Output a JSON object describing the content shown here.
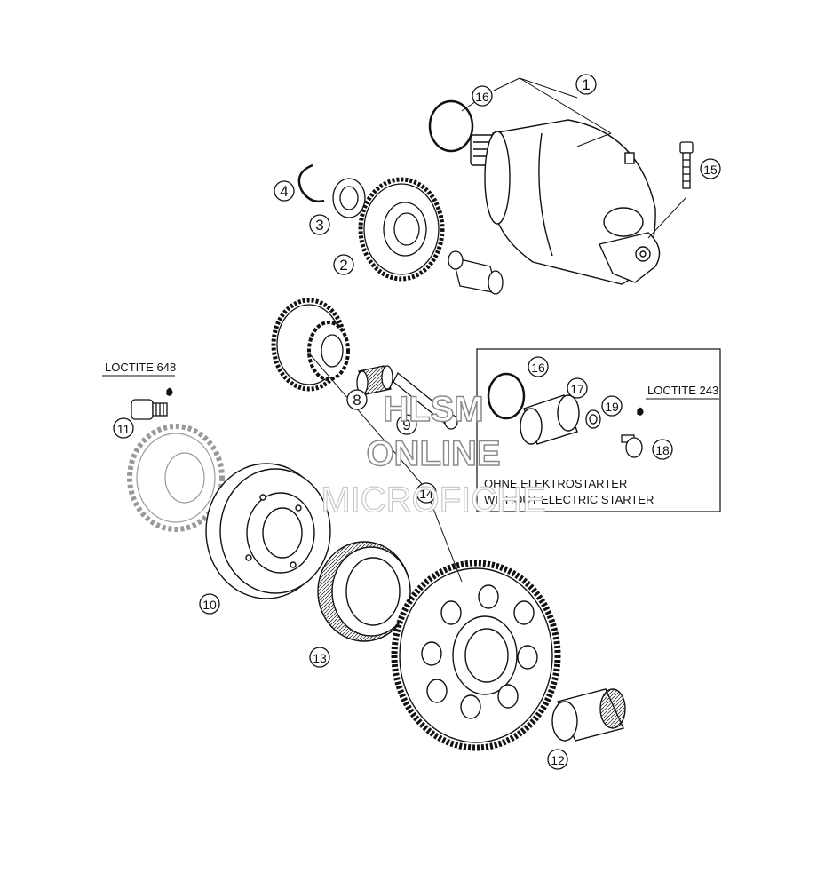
{
  "callouts": [
    {
      "id": "1",
      "text": "1"
    },
    {
      "id": "2",
      "text": "2"
    },
    {
      "id": "3",
      "text": "3"
    },
    {
      "id": "4",
      "text": "4"
    },
    {
      "id": "8",
      "text": "8"
    },
    {
      "id": "9",
      "text": "9"
    },
    {
      "id": "10",
      "text": "10"
    },
    {
      "id": "11",
      "text": "11"
    },
    {
      "id": "12",
      "text": "12"
    },
    {
      "id": "13",
      "text": "13"
    },
    {
      "id": "14",
      "text": "14"
    },
    {
      "id": "15",
      "text": "15"
    },
    {
      "id": "16a",
      "text": "16"
    },
    {
      "id": "16b",
      "text": "16"
    },
    {
      "id": "17",
      "text": "17"
    },
    {
      "id": "18",
      "text": "18"
    },
    {
      "id": "19",
      "text": "19"
    }
  ],
  "labels": {
    "loctite_648": "LOCTITE 648",
    "loctite_243": "LOCTITE 243",
    "inset_line1": "OHNE ELEKTROSTARTER",
    "inset_line2": "WITHOUT ELECTRIC STARTER"
  },
  "watermark": {
    "line1": "HLSM",
    "line2": "ONLINE",
    "line3": "MICROFICHE"
  },
  "colors": {
    "line": "#111111",
    "paper": "#ffffff",
    "watermark_stroke": "#8a8a8a"
  }
}
